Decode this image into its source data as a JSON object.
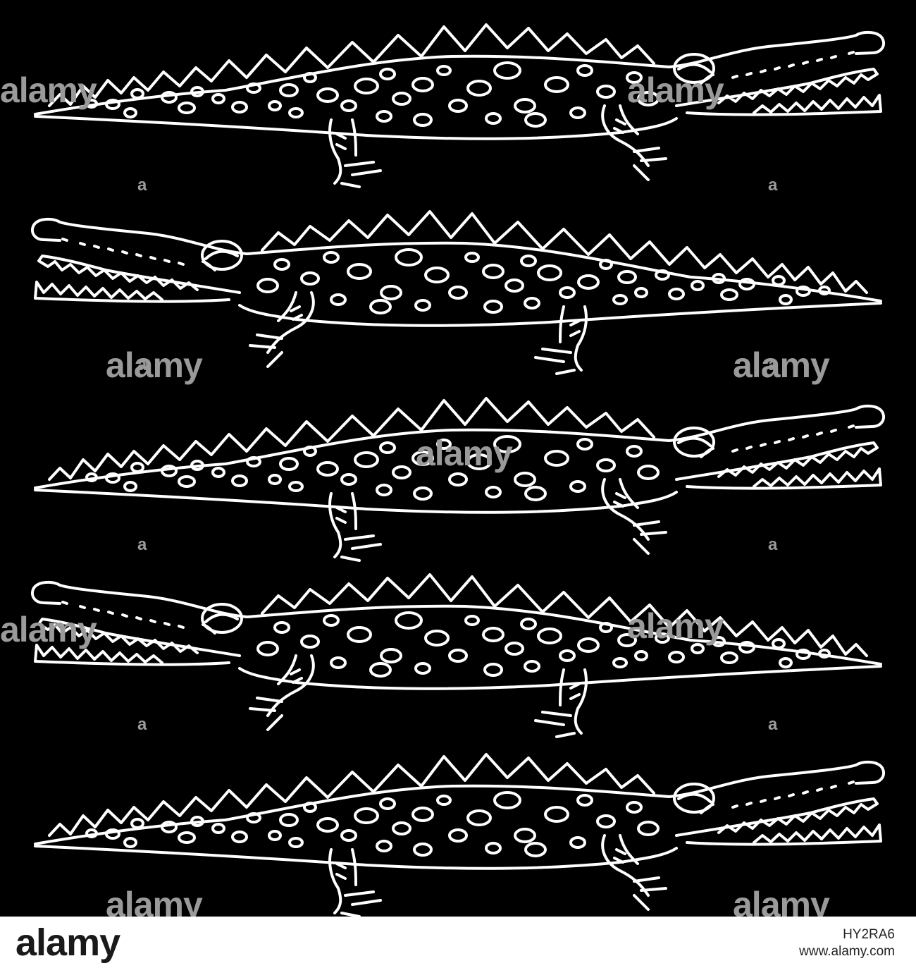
{
  "artwork": {
    "background_color": "#000000",
    "line_color": "#ffffff",
    "watermark_color": "#9a9a9a",
    "watermark_text": "alamy",
    "watermark_small": "a",
    "crocodile_directions": [
      "right",
      "left",
      "right",
      "left",
      "right"
    ]
  },
  "footer": {
    "logo": "alamy",
    "image_id": "HY2RA6",
    "site": "www.alamy.com"
  }
}
